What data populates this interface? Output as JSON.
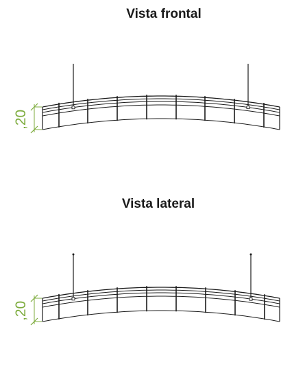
{
  "views": [
    {
      "title": "Vista frontal",
      "dimension_label": ",20"
    },
    {
      "title": "Vista lateral",
      "dimension_label": ",20"
    }
  ],
  "colors": {
    "line": "#1a1a1a",
    "dimension": "#7cab3c"
  }
}
